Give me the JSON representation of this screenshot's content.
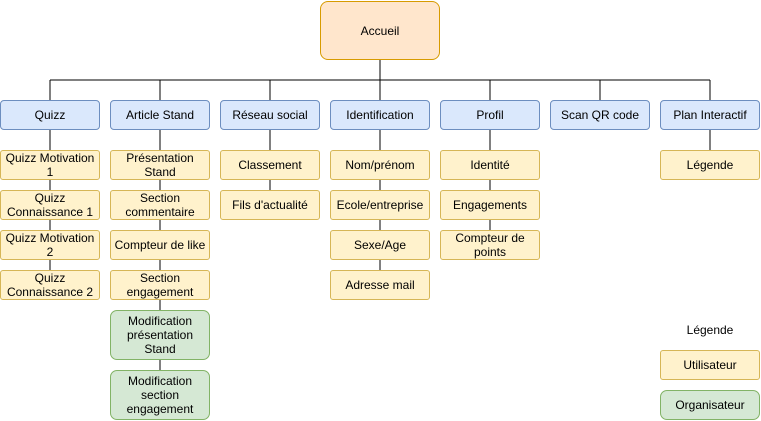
{
  "root": "Accueil",
  "categories": [
    {
      "label": "Quizz",
      "children": [
        "Quizz Motivation\n1",
        "Quizz\nConnaissance  1",
        "Quizz Motivation\n2",
        "Quizz\nConnaissance  2"
      ]
    },
    {
      "label": "Article Stand",
      "children": [
        "Présentation\nStand",
        "Section\ncommentaire",
        "Compteur de like",
        "Section\nengagement"
      ],
      "organizer_children": [
        "Modification\nprésentation\nStand",
        "Modification\nsection\nengagement"
      ]
    },
    {
      "label": "Réseau social",
      "children": [
        "Classement",
        "Fils d'actualité"
      ]
    },
    {
      "label": "Identification",
      "children": [
        "Nom/prénom",
        "Ecole/entreprise",
        "Sexe/Age",
        "Adresse mail"
      ]
    },
    {
      "label": "Profil",
      "children": [
        "Identité",
        "Engagements",
        "Compteur de\npoints"
      ]
    },
    {
      "label": "Scan QR code",
      "children": []
    },
    {
      "label": "Plan Interactif",
      "children": [
        "Légende"
      ]
    }
  ],
  "legend": {
    "title": "Légende",
    "user": "Utilisateur",
    "organizer": "Organisateur"
  }
}
